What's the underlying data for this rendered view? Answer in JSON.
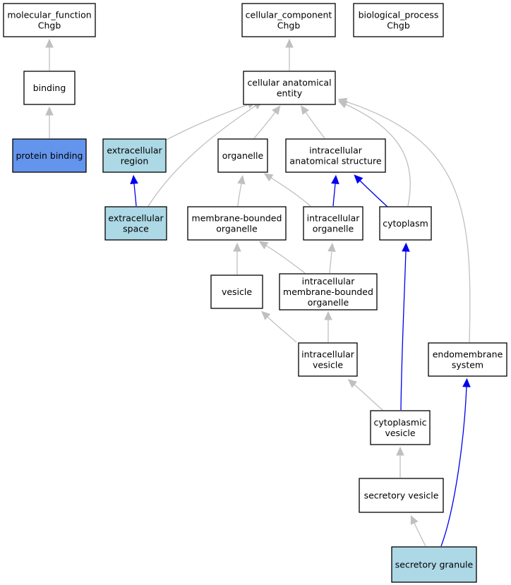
{
  "colors": {
    "edge_is_a": "#c0c0c0",
    "edge_part_of": "#0000ee",
    "node_default": "#ffffff",
    "node_highlight": "#6495ed",
    "node_annotated": "#add8e6"
  },
  "nodes": [
    {
      "id": "molecular_function",
      "lines": [
        "molecular_function",
        "Chgb"
      ],
      "style": "default"
    },
    {
      "id": "cellular_component",
      "lines": [
        "cellular_component",
        "Chgb"
      ],
      "style": "default"
    },
    {
      "id": "biological_process",
      "lines": [
        "biological_process",
        "Chgb"
      ],
      "style": "default"
    },
    {
      "id": "binding",
      "lines": [
        "binding"
      ],
      "style": "default"
    },
    {
      "id": "cellular_anatomical_entity",
      "lines": [
        "cellular anatomical",
        "entity"
      ],
      "style": "default"
    },
    {
      "id": "protein_binding",
      "lines": [
        "protein binding"
      ],
      "style": "highlight"
    },
    {
      "id": "extracellular_region",
      "lines": [
        "extracellular",
        "region"
      ],
      "style": "annotated"
    },
    {
      "id": "organelle",
      "lines": [
        "organelle"
      ],
      "style": "default"
    },
    {
      "id": "intracellular_anatomical_structure",
      "lines": [
        "intracellular",
        "anatomical structure"
      ],
      "style": "default"
    },
    {
      "id": "extracellular_space",
      "lines": [
        "extracellular",
        "space"
      ],
      "style": "annotated"
    },
    {
      "id": "membrane_bounded_organelle",
      "lines": [
        "membrane-bounded",
        "organelle"
      ],
      "style": "default"
    },
    {
      "id": "intracellular_organelle",
      "lines": [
        "intracellular",
        "organelle"
      ],
      "style": "default"
    },
    {
      "id": "cytoplasm",
      "lines": [
        "cytoplasm"
      ],
      "style": "default"
    },
    {
      "id": "vesicle",
      "lines": [
        "vesicle"
      ],
      "style": "default"
    },
    {
      "id": "intracellular_mb_organelle",
      "lines": [
        "intracellular",
        "membrane-bounded",
        "organelle"
      ],
      "style": "default"
    },
    {
      "id": "intracellular_vesicle",
      "lines": [
        "intracellular",
        "vesicle"
      ],
      "style": "default"
    },
    {
      "id": "endomembrane_system",
      "lines": [
        "endomembrane",
        "system"
      ],
      "style": "default"
    },
    {
      "id": "cytoplasmic_vesicle",
      "lines": [
        "cytoplasmic",
        "vesicle"
      ],
      "style": "default"
    },
    {
      "id": "secretory_vesicle",
      "lines": [
        "secretory vesicle"
      ],
      "style": "default"
    },
    {
      "id": "secretory_granule",
      "lines": [
        "secretory granule"
      ],
      "style": "annotated"
    }
  ],
  "edges": [
    {
      "from": "binding",
      "to": "molecular_function",
      "type": "is_a"
    },
    {
      "from": "protein_binding",
      "to": "binding",
      "type": "is_a"
    },
    {
      "from": "cellular_anatomical_entity",
      "to": "cellular_component",
      "type": "is_a"
    },
    {
      "from": "extracellular_region",
      "to": "cellular_anatomical_entity",
      "type": "is_a"
    },
    {
      "from": "extracellular_space",
      "to": "cellular_anatomical_entity",
      "type": "is_a"
    },
    {
      "from": "organelle",
      "to": "cellular_anatomical_entity",
      "type": "is_a"
    },
    {
      "from": "intracellular_anatomical_structure",
      "to": "cellular_anatomical_entity",
      "type": "is_a"
    },
    {
      "from": "cytoplasm",
      "to": "cellular_anatomical_entity",
      "type": "is_a"
    },
    {
      "from": "endomembrane_system",
      "to": "cellular_anatomical_entity",
      "type": "is_a"
    },
    {
      "from": "extracellular_space",
      "to": "extracellular_region",
      "type": "part_of"
    },
    {
      "from": "membrane_bounded_organelle",
      "to": "organelle",
      "type": "is_a"
    },
    {
      "from": "intracellular_organelle",
      "to": "organelle",
      "type": "is_a"
    },
    {
      "from": "intracellular_organelle",
      "to": "intracellular_anatomical_structure",
      "type": "part_of"
    },
    {
      "from": "cytoplasm",
      "to": "intracellular_anatomical_structure",
      "type": "part_of"
    },
    {
      "from": "vesicle",
      "to": "membrane_bounded_organelle",
      "type": "is_a"
    },
    {
      "from": "intracellular_mb_organelle",
      "to": "membrane_bounded_organelle",
      "type": "is_a"
    },
    {
      "from": "intracellular_mb_organelle",
      "to": "intracellular_organelle",
      "type": "is_a"
    },
    {
      "from": "intracellular_vesicle",
      "to": "vesicle",
      "type": "is_a"
    },
    {
      "from": "intracellular_vesicle",
      "to": "intracellular_mb_organelle",
      "type": "is_a"
    },
    {
      "from": "cytoplasmic_vesicle",
      "to": "intracellular_vesicle",
      "type": "is_a"
    },
    {
      "from": "cytoplasmic_vesicle",
      "to": "cytoplasm",
      "type": "part_of"
    },
    {
      "from": "secretory_vesicle",
      "to": "cytoplasmic_vesicle",
      "type": "is_a"
    },
    {
      "from": "secretory_granule",
      "to": "secretory_vesicle",
      "type": "is_a"
    },
    {
      "from": "secretory_granule",
      "to": "endomembrane_system",
      "type": "part_of"
    }
  ]
}
